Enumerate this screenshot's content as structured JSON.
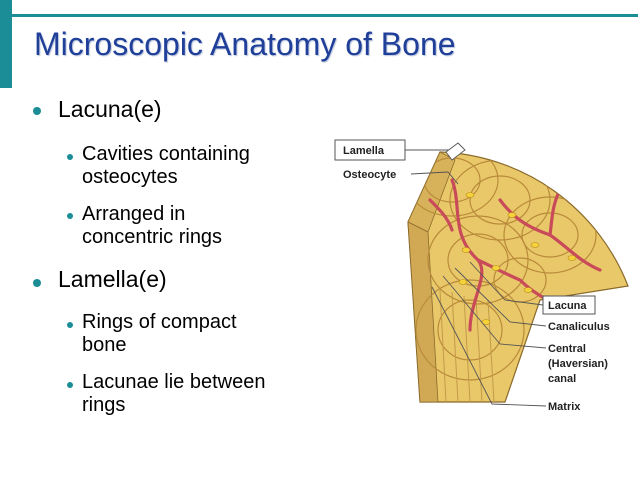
{
  "slide": {
    "title": "Microscopic Anatomy of Bone",
    "bullets": [
      {
        "text": "Lacuna(e)",
        "sub": [
          {
            "lines": [
              "Cavities containing",
              "osteocytes"
            ]
          },
          {
            "lines": [
              "Arranged in",
              "concentric rings"
            ]
          }
        ]
      },
      {
        "text": "Lamella(e)",
        "sub": [
          {
            "lines": [
              "Rings of compact",
              "bone"
            ]
          },
          {
            "lines": [
              "Lacunae lie between",
              "rings"
            ]
          }
        ]
      }
    ]
  },
  "diagram": {
    "labels": {
      "lamella": "Lamella",
      "osteocyte": "Osteocyte",
      "lacuna": "Lacuna",
      "canaliculus": "Canaliculus",
      "central_1": "Central",
      "central_2": "(Haversian)",
      "central_3": "canal",
      "matrix": "Matrix"
    }
  },
  "colors": {
    "accent": "#1a8d96",
    "title": "#1f3f99",
    "bone": "#e9c86a",
    "canal": "#c94b5a"
  }
}
